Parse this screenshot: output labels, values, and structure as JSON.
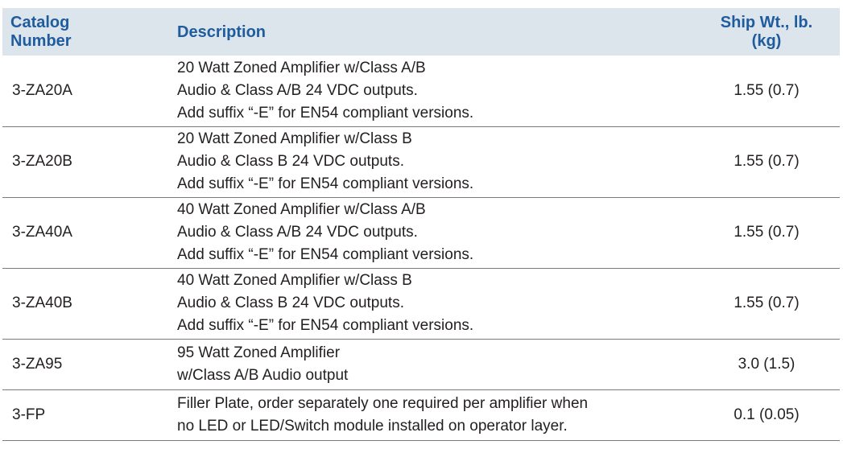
{
  "header": {
    "catalog_line1": "Catalog",
    "catalog_line2": "Number",
    "description": "Description",
    "ship_line1": "Ship Wt., lb.",
    "ship_line2": "(kg)"
  },
  "rows": [
    {
      "catalog": "3-ZA20A",
      "desc": [
        "20 Watt Zoned Amplifier w/Class A/B",
        "Audio & Class A/B 24 VDC outputs.",
        "Add suffix “-E” for EN54 compliant versions."
      ],
      "weight": "1.55 (0.7)"
    },
    {
      "catalog": "3-ZA20B",
      "desc": [
        "20 Watt Zoned Amplifier w/Class B",
        "Audio & Class B 24 VDC outputs.",
        "Add suffix “-E” for EN54 compliant versions."
      ],
      "weight": "1.55 (0.7)"
    },
    {
      "catalog": "3-ZA40A",
      "desc": [
        "40 Watt Zoned Amplifier w/Class A/B",
        "Audio & Class A/B 24 VDC outputs.",
        "Add suffix “-E” for EN54 compliant versions."
      ],
      "weight": "1.55 (0.7)"
    },
    {
      "catalog": "3-ZA40B",
      "desc": [
        "40 Watt Zoned Amplifier w/Class B",
        "Audio & Class B 24 VDC outputs.",
        "Add suffix “-E” for EN54 compliant versions."
      ],
      "weight": "1.55 (0.7)"
    },
    {
      "catalog": "3-ZA95",
      "desc": [
        "95 Watt Zoned Amplifier",
        "w/Class A/B Audio output"
      ],
      "weight": "3.0 (1.5)"
    },
    {
      "catalog": "3-FP",
      "desc": [
        "Filler Plate, order separately one required per amplifier when",
        "no LED or LED/Switch module installed on operator layer."
      ],
      "weight": "0.1 (0.05)"
    }
  ]
}
